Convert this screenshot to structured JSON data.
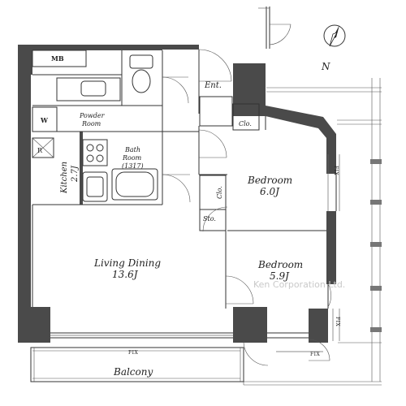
{
  "plan": {
    "rooms": {
      "mb": "MB",
      "ent": "Ent.",
      "powder": "Powder Room",
      "w": "W",
      "r": "R",
      "kitchen_name": "Kitchen",
      "kitchen_size": "2.7J",
      "bath_name": "Bath Room",
      "bath_size": "(1317)",
      "clo_top": "Clo.",
      "clo_mid": "Clo.",
      "sto": "Sto.",
      "bedroom1_name": "Bedroom",
      "bedroom1_size": "6.0J",
      "bedroom2_name": "Bedroom",
      "bedroom2_size": "5.9J",
      "living_name": "Living Dining",
      "living_size": "13.6J",
      "balcony": "Balcony"
    },
    "fix_labels": [
      "FIX",
      "FIX",
      "FIX",
      "FIX"
    ],
    "compass": "N",
    "watermark": "Ken Corporation Ltd."
  }
}
